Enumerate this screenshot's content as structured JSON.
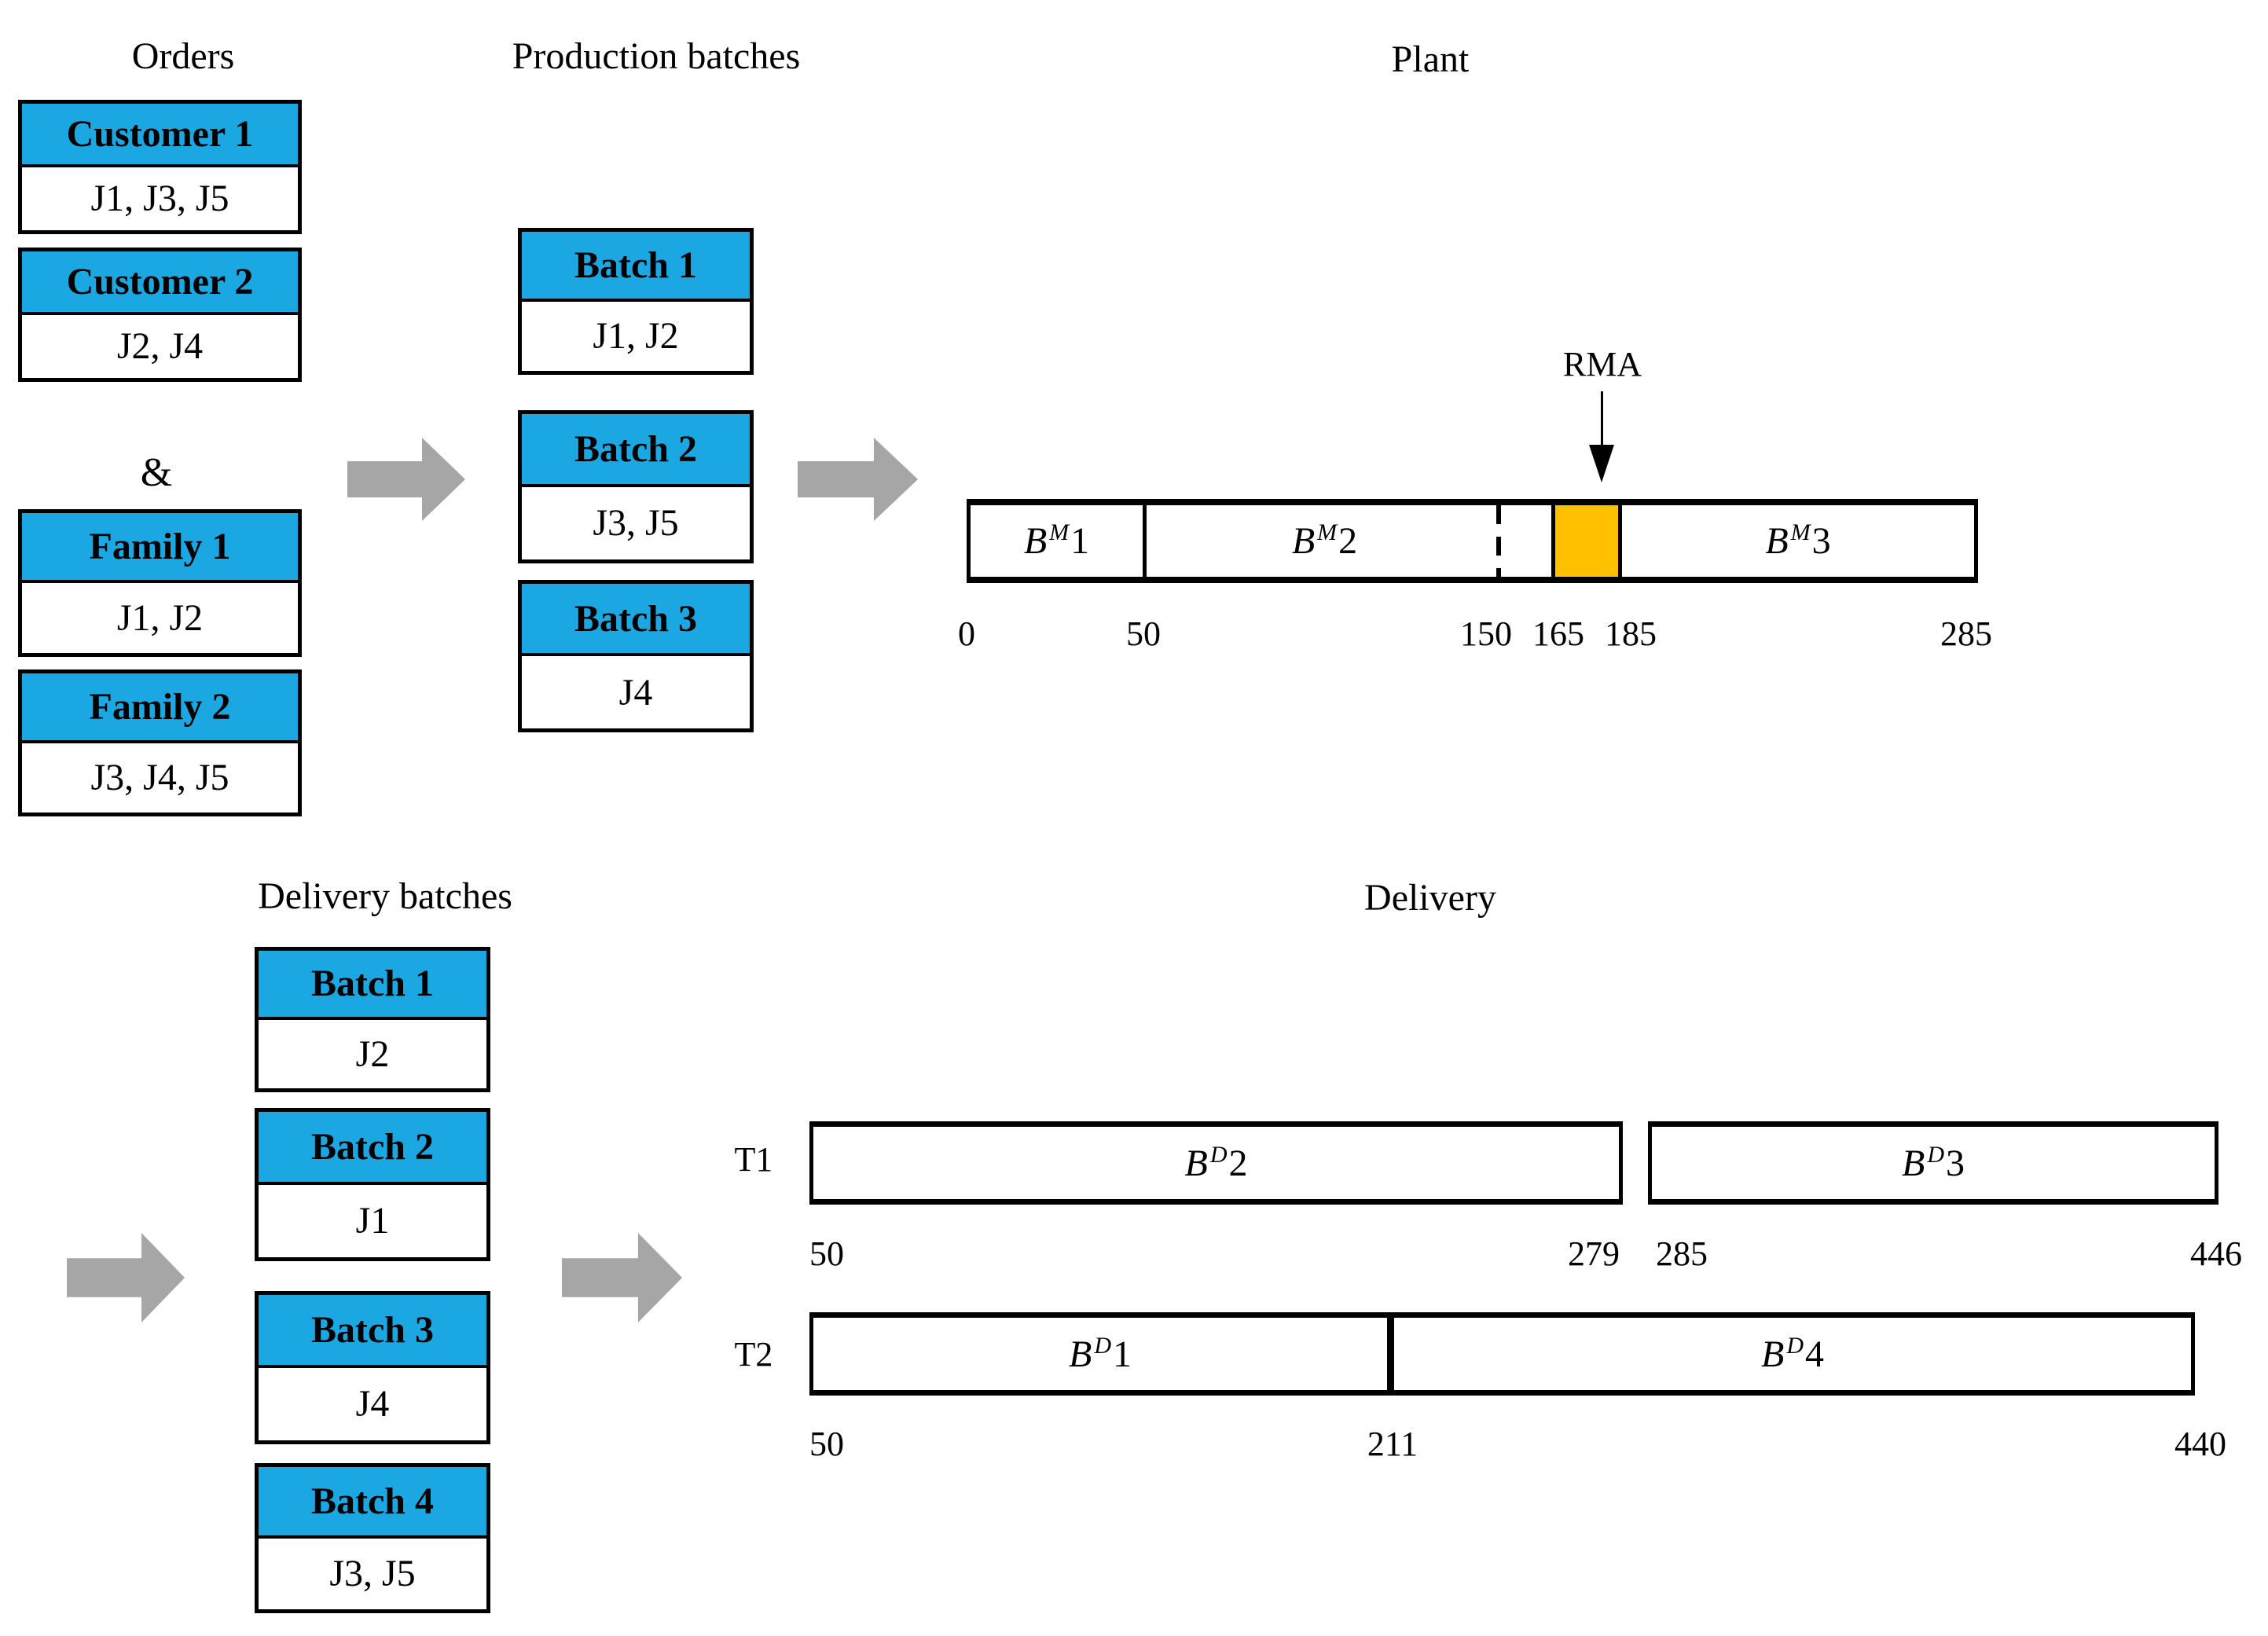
{
  "titles": {
    "orders": "Orders",
    "production": "Production batches",
    "plant": "Plant",
    "delivery_batches": "Delivery batches",
    "delivery": "Delivery"
  },
  "orders": {
    "separator": "&",
    "cards": [
      {
        "header": "Customer 1",
        "jobs": "J1, J3, J5"
      },
      {
        "header": "Customer 2",
        "jobs": "J2, J4"
      },
      {
        "header": "Family 1",
        "jobs": "J1, J2"
      },
      {
        "header": "Family 2",
        "jobs": "J3, J4, J5"
      }
    ]
  },
  "production_batches": {
    "cards": [
      {
        "header": "Batch 1",
        "jobs": "J1, J2"
      },
      {
        "header": "Batch 2",
        "jobs": "J3, J5"
      },
      {
        "header": "Batch 3",
        "jobs": "J4"
      }
    ]
  },
  "delivery_batches": {
    "cards": [
      {
        "header": "Batch 1",
        "jobs": "J2"
      },
      {
        "header": "Batch 2",
        "jobs": "J1"
      },
      {
        "header": "Batch 3",
        "jobs": "J4"
      },
      {
        "header": "Batch 4",
        "jobs": "J3, J5"
      }
    ]
  },
  "plant": {
    "rma_label": "RMA",
    "bar_labels": [
      {
        "base": "B",
        "sup": "M",
        "num": "1",
        "start": 0,
        "end": 50
      },
      {
        "base": "B",
        "sup": "M",
        "num": "2",
        "start": 50,
        "end": 150
      },
      {
        "base": "B",
        "sup": "M",
        "num": "3",
        "start": 185,
        "end": 285
      }
    ],
    "rma_window": {
      "start": 165,
      "end": 185
    },
    "dashed_line_at": 150,
    "ticks": [
      "0",
      "50",
      "150",
      "165",
      "185",
      "285"
    ]
  },
  "delivery": {
    "rows": [
      {
        "truck": "T1",
        "boxes": [
          {
            "base": "B",
            "sup": "D",
            "num": "2",
            "start": 50,
            "end": 279
          },
          {
            "base": "B",
            "sup": "D",
            "num": "3",
            "start": 285,
            "end": 446
          }
        ],
        "ticks": [
          "50",
          "279",
          "285",
          "446"
        ]
      },
      {
        "truck": "T2",
        "boxes": [
          {
            "base": "B",
            "sup": "D",
            "num": "1",
            "start": 50,
            "end": 211
          },
          {
            "base": "B",
            "sup": "D",
            "num": "4",
            "start": 211,
            "end": 440
          }
        ],
        "ticks": [
          "50",
          "211",
          "440"
        ]
      }
    ]
  },
  "colors": {
    "header_blue": "#1BA8E2",
    "rma_orange": "#FFC000",
    "arrow_gray": "#A6A6A6",
    "line_black": "#000000"
  }
}
